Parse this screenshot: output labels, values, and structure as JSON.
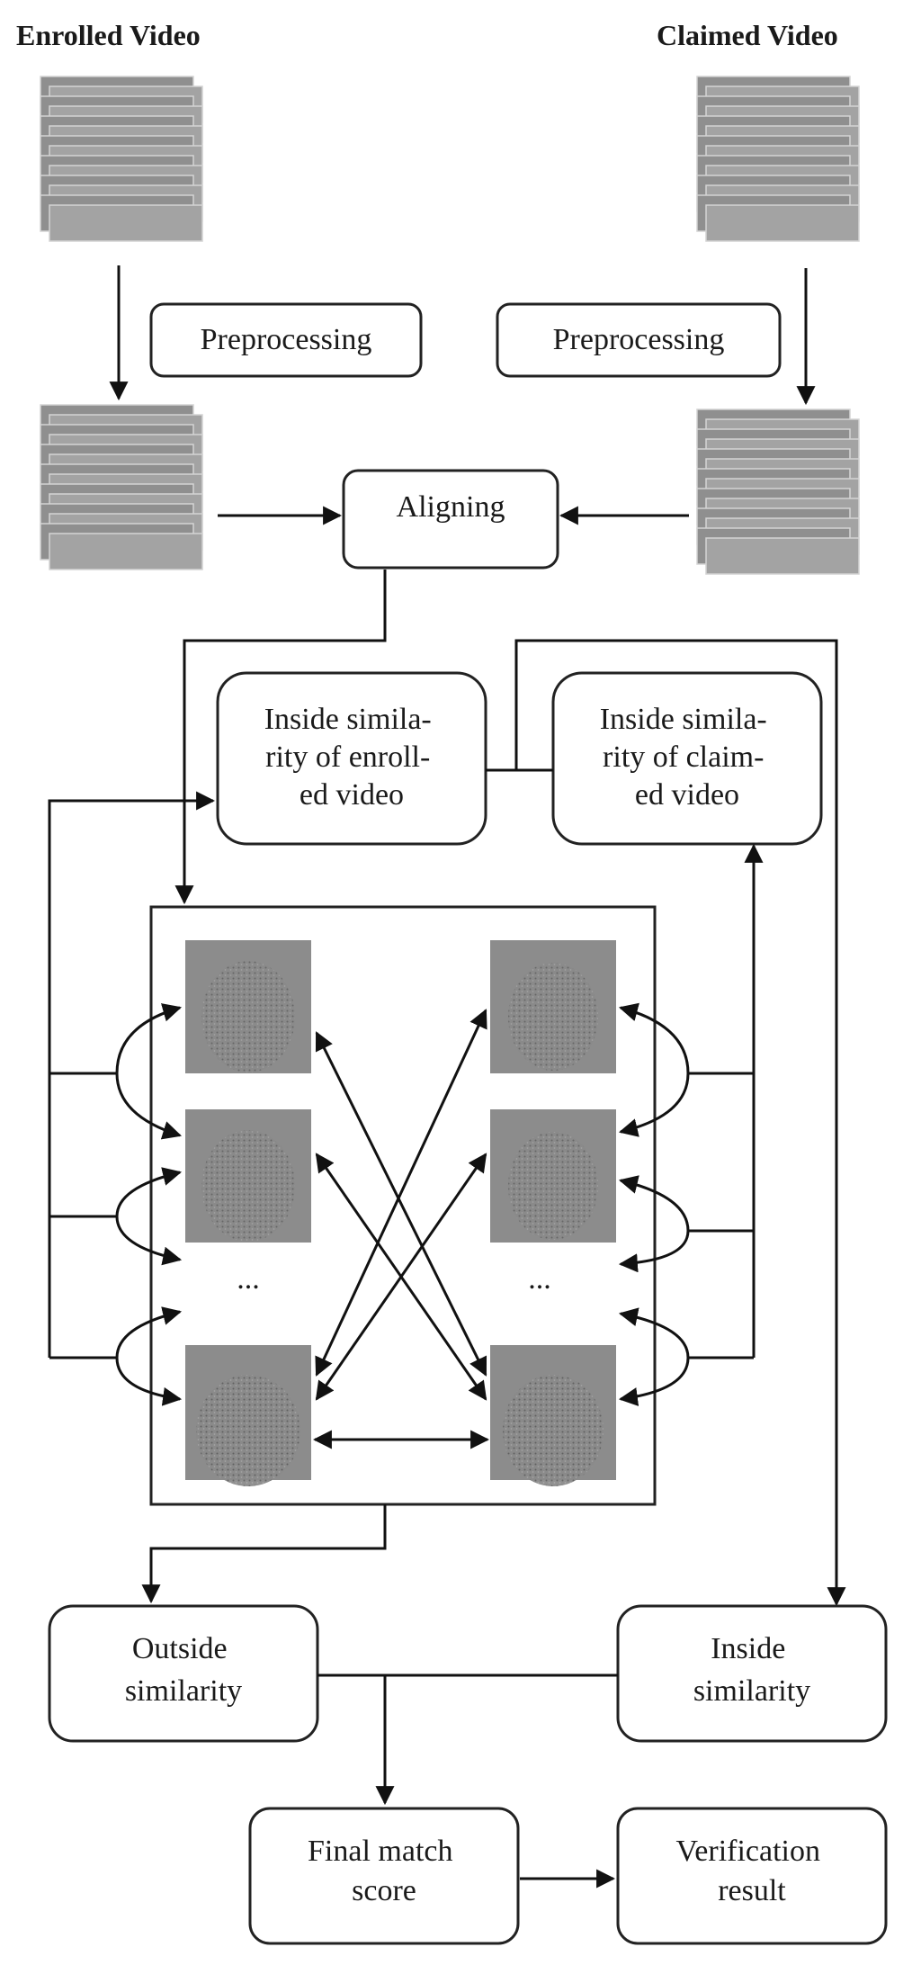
{
  "titles": {
    "enrolled": "Enrolled Video",
    "claimed": "Claimed Video"
  },
  "steps": {
    "preprocessing_left": "Preprocessing",
    "preprocessing_right": "Preprocessing",
    "aligning": "Aligning",
    "inside_enrolled": [
      "Inside simila-",
      "rity of enroll-",
      "ed video"
    ],
    "inside_claimed": [
      "Inside simila-",
      "rity of claim-",
      "ed video"
    ],
    "outside_similarity": [
      "Outside",
      "similarity"
    ],
    "inside_similarity": [
      "Inside",
      "similarity"
    ],
    "final_match": [
      "Final match",
      "score"
    ],
    "verification": [
      "Verification",
      "result"
    ]
  },
  "ellipsis_left": "...",
  "ellipsis_right": "...",
  "colors": {
    "stroke": "#111111",
    "frame_gray": "#8c8c8c",
    "fingerprint_bg": "#8a8a8a"
  }
}
